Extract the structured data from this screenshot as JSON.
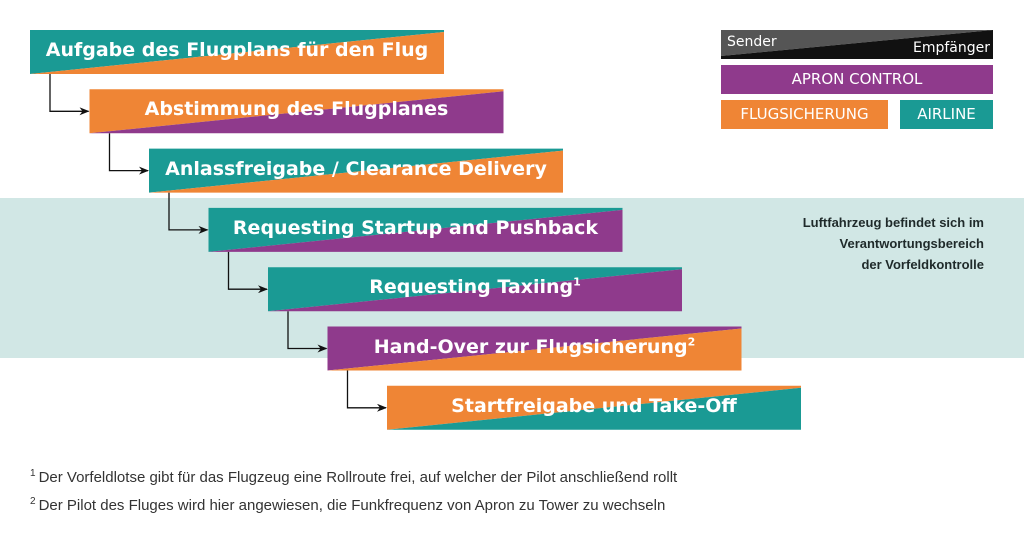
{
  "colors": {
    "teal": "#1a9a94",
    "orange": "#ef8535",
    "purple": "#8f3a8c",
    "band": "#d1e7e5",
    "legend_dark": "#555555",
    "legend_black": "#111111"
  },
  "legend": {
    "sender_label": "Sender",
    "receiver_label": "Empfänger",
    "apron_control": "APRON CONTROL",
    "flugsicherung": "FLUGSICHERUNG",
    "airline": "AIRLINE"
  },
  "steps": [
    {
      "label": "Aufgabe des Flugplans für den Flug",
      "sup": "",
      "sender": "airline",
      "receiver": "flugsicherung"
    },
    {
      "label": "Abstimmung des Flugplanes",
      "sup": "",
      "sender": "flugsicherung",
      "receiver": "apron_control"
    },
    {
      "label": "Anlassfreigabe / Clearance Delivery",
      "sup": "",
      "sender": "airline",
      "receiver": "flugsicherung"
    },
    {
      "label": "Requesting Startup and Pushback",
      "sup": "",
      "sender": "airline",
      "receiver": "apron_control"
    },
    {
      "label": "Requesting Taxiing",
      "sup": "1",
      "sender": "airline",
      "receiver": "apron_control"
    },
    {
      "label": "Hand-Over zur Flugsicherung",
      "sup": "2",
      "sender": "apron_control",
      "receiver": "flugsicherung"
    },
    {
      "label": "Startfreigabe und Take-Off",
      "sup": "",
      "sender": "flugsicherung",
      "receiver": "airline"
    }
  ],
  "band_note": {
    "line1": "Luftfahrzeug befindet sich im",
    "line2": "Verantwortungsbereich",
    "line3": "der Vorfeldkontrolle"
  },
  "footnotes": [
    {
      "marker": "1",
      "text": "Der Vorfeldlotse gibt für das Flugzeug eine Rollroute frei, auf welcher der Pilot anschließend rollt"
    },
    {
      "marker": "2",
      "text": "Der Pilot des Fluges wird hier angewiesen, die Funkfrequenz von Apron zu Tower zu wechseln"
    }
  ]
}
